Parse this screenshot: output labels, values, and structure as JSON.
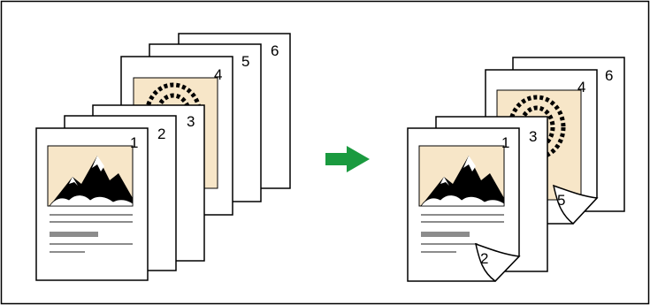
{
  "before": {
    "pages": [
      {
        "number": "1",
        "content": "mountain-photo"
      },
      {
        "number": "2",
        "content": "blank"
      },
      {
        "number": "3",
        "content": "blank"
      },
      {
        "number": "4",
        "content": "tree-photo"
      },
      {
        "number": "5",
        "content": "blank"
      },
      {
        "number": "6",
        "content": "blank"
      }
    ]
  },
  "after": {
    "sheets": [
      {
        "front": "1",
        "back": "2",
        "content": "mountain-photo",
        "back_folded": true
      },
      {
        "front": "3",
        "back": "",
        "content": "blank",
        "back_folded": false
      },
      {
        "front": "4",
        "back": "5",
        "content": "tree-photo",
        "back_folded": true
      },
      {
        "front": "6",
        "back": "",
        "content": "blank",
        "back_folded": false
      }
    ]
  },
  "arrow": {
    "icon": "right-arrow-icon",
    "color": "#1a9a3f"
  },
  "colors": {
    "photo_bg": "#f7e6c8",
    "ink": "#000000",
    "text_lines": "#8c8c8c",
    "text_block": "#8c8c8c"
  }
}
